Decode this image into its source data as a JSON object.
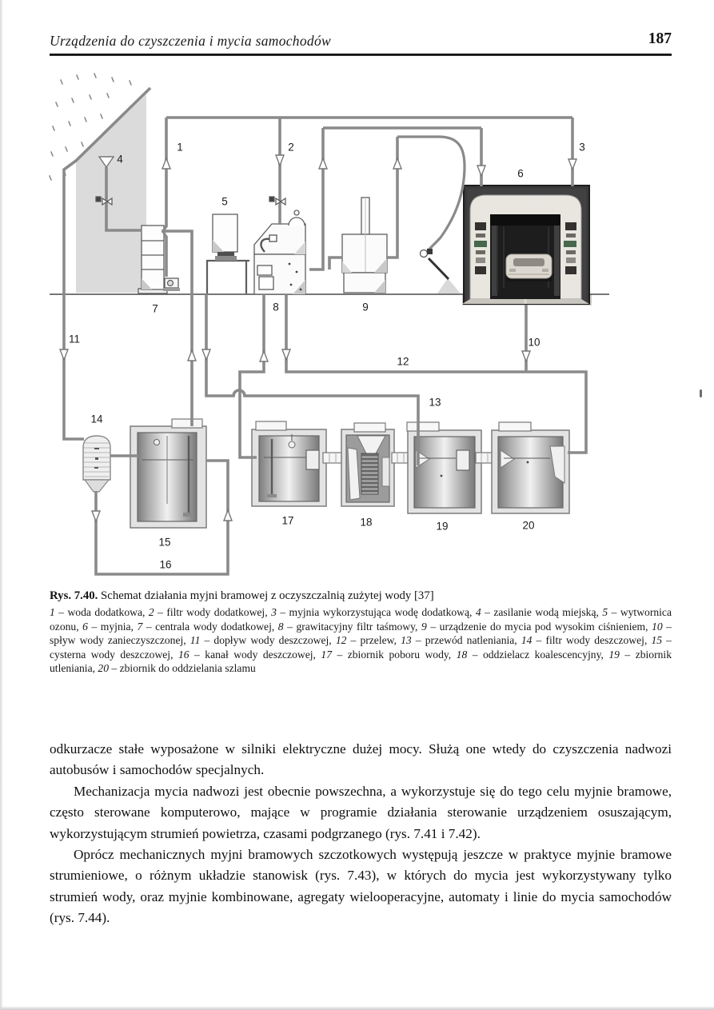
{
  "page": {
    "header": {
      "title": "Urządzenia do czyszczenia i mycia samochodów",
      "page_number": "187"
    },
    "figure": {
      "caption_label": "Rys. 7.40.",
      "caption_text": "Schemat działania myjni bramowej z oczyszczalnią zużytej wody [37]",
      "diagram_labels": [
        "1",
        "2",
        "3",
        "4",
        "5",
        "6",
        "7",
        "8",
        "9",
        "10",
        "11",
        "12",
        "13",
        "14",
        "15",
        "16",
        "17",
        "18",
        "19",
        "20"
      ],
      "legend": [
        {
          "n": "1",
          "text": "woda dodatkowa"
        },
        {
          "n": "2",
          "text": "filtr wody dodatkowej"
        },
        {
          "n": "3",
          "text": "myjnia wykorzystująca wodę dodatkową"
        },
        {
          "n": "4",
          "text": "zasilanie wodą miejską"
        },
        {
          "n": "5",
          "text": "wytwornica ozonu"
        },
        {
          "n": "6",
          "text": "myjnia"
        },
        {
          "n": "7",
          "text": "centrala wody dodatkowej"
        },
        {
          "n": "8",
          "text": "grawitacyjny filtr taśmowy"
        },
        {
          "n": "9",
          "text": "urządzenie do mycia pod wysokim ciśnieniem"
        },
        {
          "n": "10",
          "text": "spływ wody zanieczyszczonej"
        },
        {
          "n": "11",
          "text": "dopływ wody deszczowej"
        },
        {
          "n": "12",
          "text": "przelew"
        },
        {
          "n": "13",
          "text": "przewód natleniania"
        },
        {
          "n": "14",
          "text": "filtr wody deszczowej"
        },
        {
          "n": "15",
          "text": "cysterna wody deszczowej"
        },
        {
          "n": "16",
          "text": "kanał wody deszczowej"
        },
        {
          "n": "17",
          "text": "zbiornik poboru wody"
        },
        {
          "n": "18",
          "text": "oddzielacz koalescencyjny"
        },
        {
          "n": "19",
          "text": "zbiornik utleniania"
        },
        {
          "n": "20",
          "text": "zbiornik do oddzielania szlamu"
        }
      ]
    },
    "body": {
      "paragraphs": [
        "odkurzacze stałe wyposażone w silniki elektryczne dużej mocy. Służą one wtedy do czyszczenia nadwozi autobusów i samochodów specjalnych.",
        "Mechanizacja mycia nadwozi jest obecnie powszechna, a wykorzystuje się do tego celu myjnie bramowe, często sterowane komputerowo, mające w programie działania sterowanie urządzeniem osuszającym, wykorzystującym strumień powietrza, czasami podgrzanego (rys. 7.41 i 7.42).",
        "Oprócz mechanicznych myjni bramowych szczotkowych występują jeszcze w praktyce myjnie bramowe strumieniowe, o różnym układzie stanowisk (rys. 7.43), w których do mycia jest wykorzystywany tylko strumień wody, oraz myjnie kombinowane, agregaty wielooperacyjne, automaty i linie do mycia samochodów (rys. 7.44)."
      ]
    }
  }
}
